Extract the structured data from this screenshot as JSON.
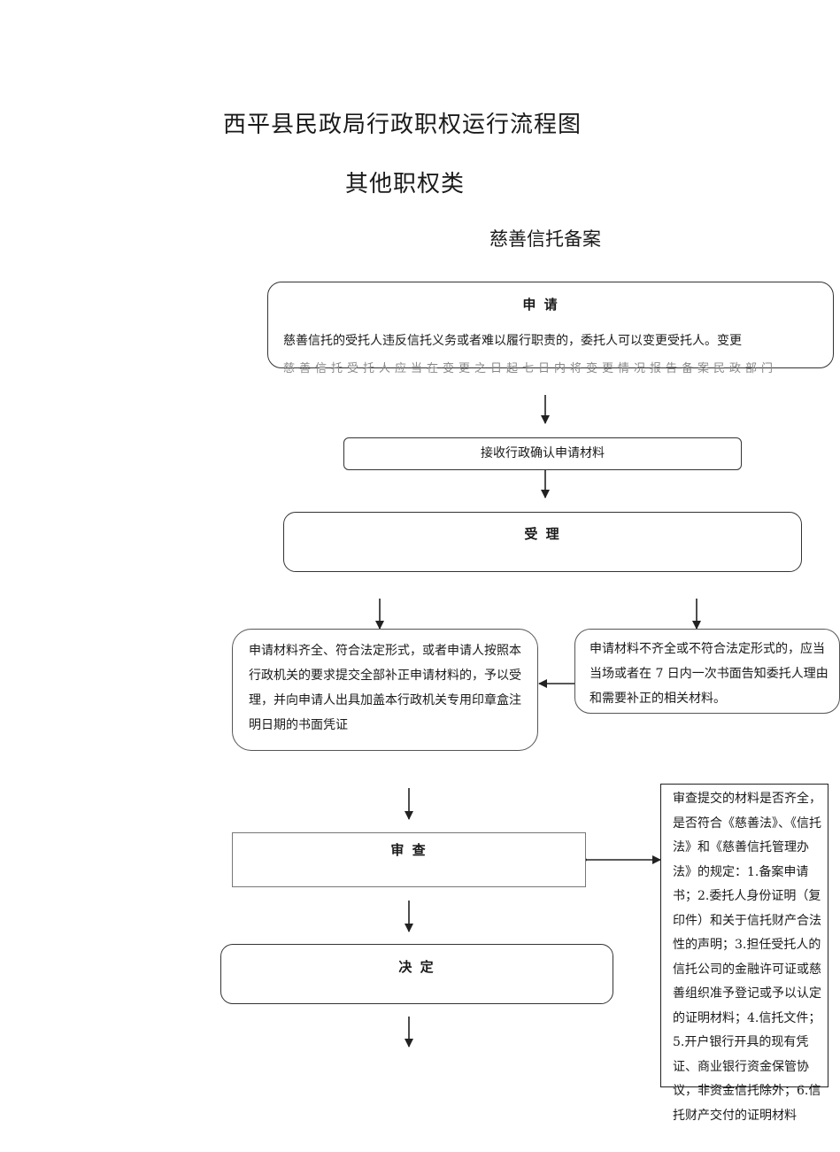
{
  "title": "西平县民政局行政职权运行流程图",
  "subtitle": "其他职权类",
  "flow_title": "慈善信托备案",
  "apply": {
    "heading": "申 请",
    "text": "慈善信托的受托人违反信托义务或者难以履行职责的，委托人可以变更受托人。变更",
    "cut_line": "慈善信托受托人应当在变更之日起七日内将变更情况报告备案民政部门"
  },
  "receive": {
    "label": "接收行政确认申请材料"
  },
  "accept": {
    "heading": "受 理"
  },
  "complete": {
    "text": "申请材料齐全、符合法定形式，或者申请人按照本行政机关的要求提交全部补正申请材料的，予以受理，并向申请人出具加盖本行政机关专用印章盒注明日期的书面凭证"
  },
  "incomplete": {
    "text": "申请材料不齐全或不符合法定形式的，应当当场或者在 7 日内一次书面告知委托人理由和需要补正的相关材料。"
  },
  "review": {
    "heading": "审 查"
  },
  "review_criteria": {
    "text": "审查提交的材料是否齐全，是否符合《慈善法》、《信托法》和《慈善信托管理办法》的规定：1.备案申请书；2.委托人身份证明（复印件）和关于信托财产合法性的声明；3.担任受托人的信托公司的金融许可证或慈善组织准予登记或予以认定的证明材料；4.信托文件；5.开户银行开具的现有凭证、商业银行资金保管协议，非资金信托除外；6.信托财产交付的证明材料"
  },
  "decision": {
    "heading": "决 定"
  }
}
